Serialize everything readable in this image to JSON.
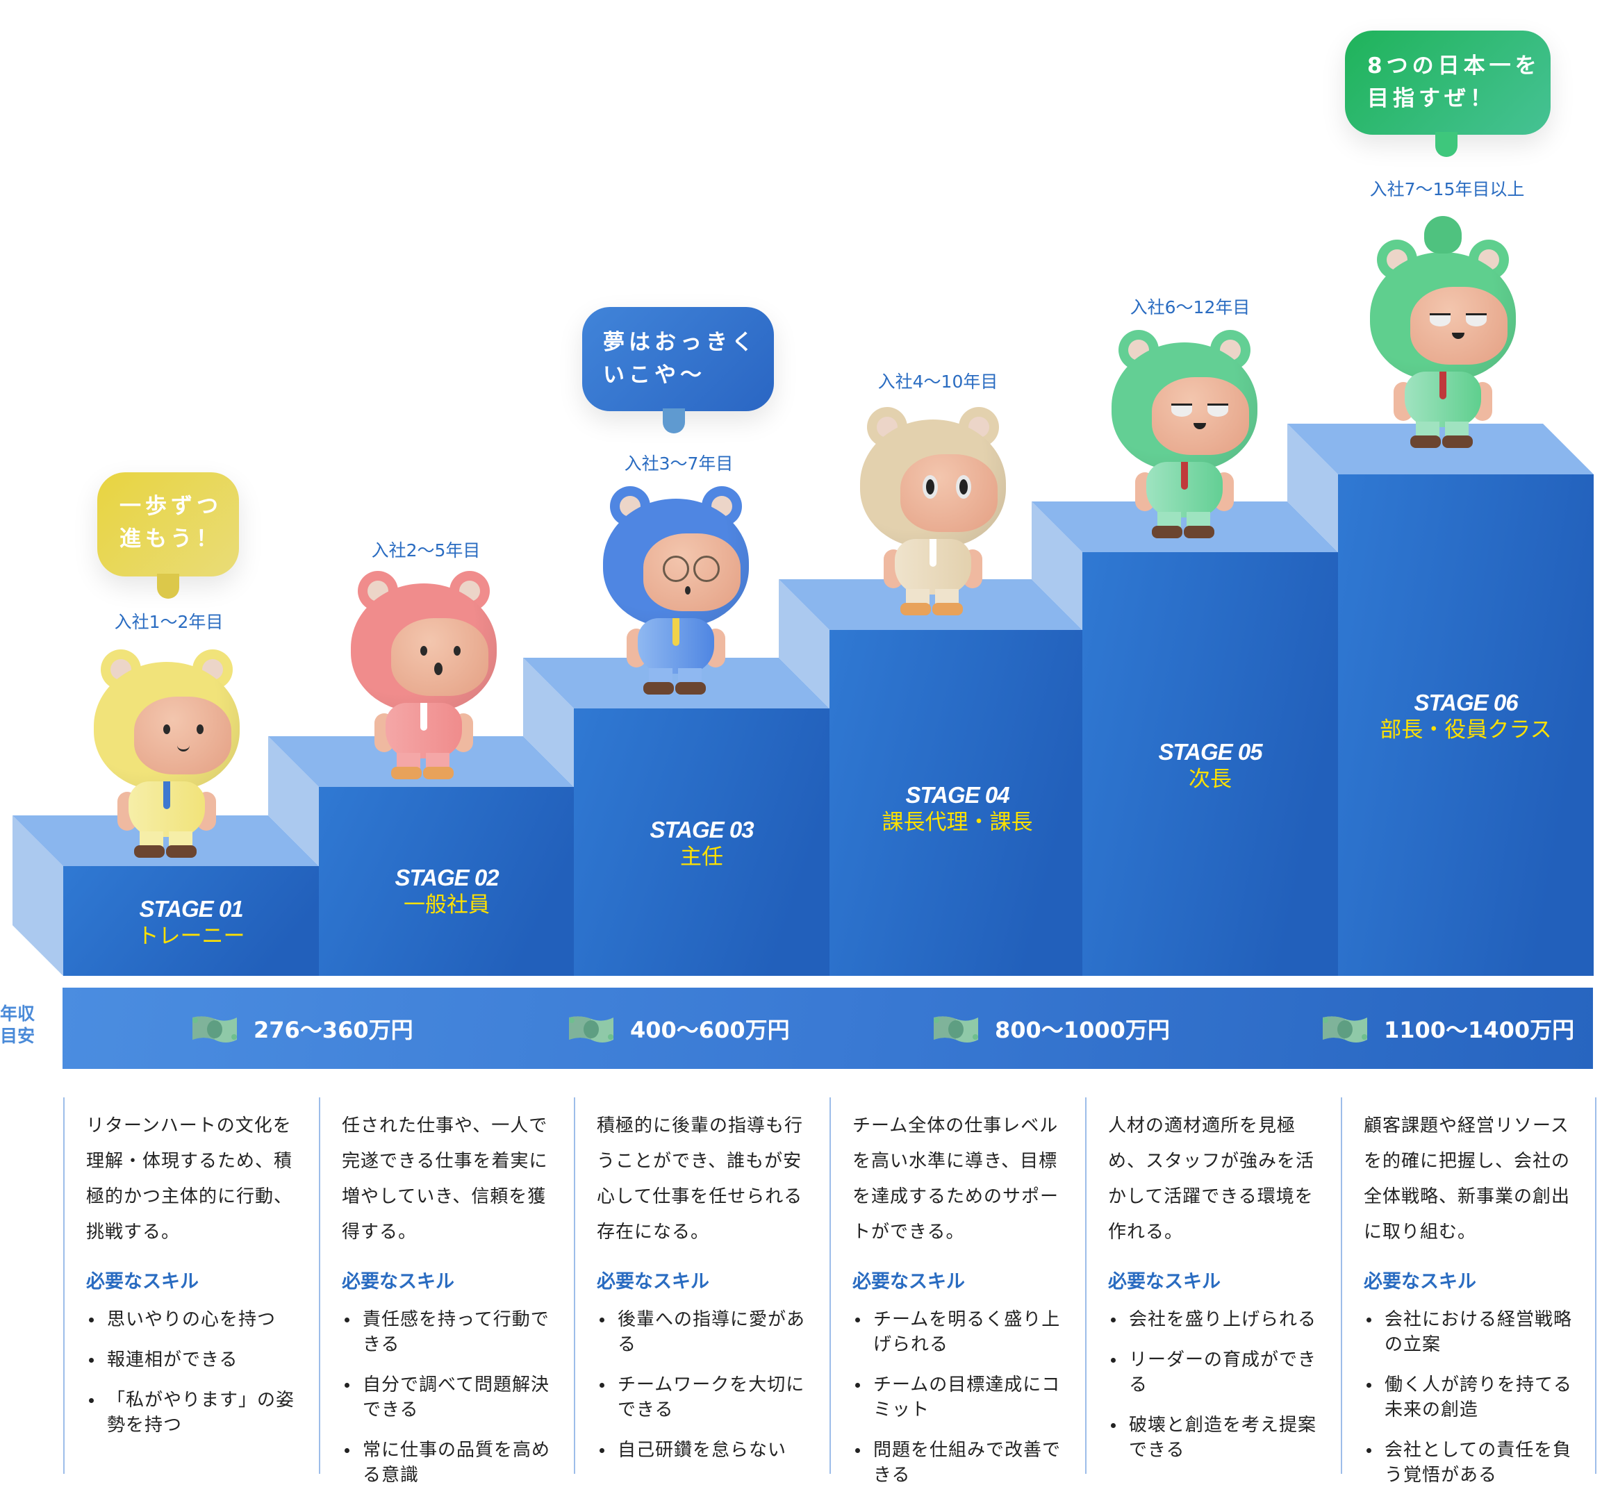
{
  "stages": [
    {
      "num": "STAGE 01",
      "role": "トレーニー",
      "tenure": "入社1〜2年目",
      "bubble": "一歩ずつ\n進もう！",
      "character": {
        "hood": "#f1e37a",
        "body": "#f6eea8",
        "accent": "#3e78d0",
        "shoe": "#6b4530",
        "expression": "smile"
      },
      "description": "リターンハートの文化を理解・体現するため、積極的かつ主体的に行動、挑戦する。",
      "skills_heading": "必要なスキル",
      "skills": [
        "思いやりの心を持つ",
        "報連相ができる",
        "「私がやります」の姿勢を持つ"
      ]
    },
    {
      "num": "STAGE 02",
      "role": "一般社員",
      "tenure": "入社2〜5年目",
      "bubble": null,
      "character": {
        "hood": "#f08c8c",
        "body": "#f4a7a7",
        "accent": "#ffffff",
        "shoe": "#e8a25a",
        "expression": "surprised"
      },
      "description": "任された仕事や、一人で完遂できる仕事を着実に増やしていき、信頼を獲得する。",
      "skills_heading": "必要なスキル",
      "skills": [
        "責任感を持って行動できる",
        "自分で調べて問題解決できる",
        "常に仕事の品質を高める意識"
      ]
    },
    {
      "num": "STAGE 03",
      "role": "主任",
      "tenure": "入社3〜7年目",
      "bubble": "夢はおっきく\nいこや〜",
      "character": {
        "hood": "#4f86e2",
        "body": "#8fb8f1",
        "accent": "#f0d24a",
        "shoe": "#6b4530",
        "expression": "glasses"
      },
      "description": "積極的に後輩の指導も行うことができ、誰もが安心して仕事を任せられる存在になる。",
      "skills_heading": "必要なスキル",
      "skills": [
        "後輩への指導に愛がある",
        "チームワークを大切にできる",
        "自己研鑽を怠らない"
      ]
    },
    {
      "num": "STAGE 04",
      "role": "課長代理・課長",
      "tenure": "入社4〜10年目",
      "bubble": null,
      "character": {
        "hood": "#e3d1ae",
        "body": "#efe3cc",
        "accent": "#ffffff",
        "shoe": "#e8a25a",
        "expression": "wide-eyes"
      },
      "description": "チーム全体の仕事レベルを高い水準に導き、目標を達成するためのサポートができる。",
      "skills_heading": "必要なスキル",
      "skills": [
        "チームを明るく盛り上げられる",
        "チームの目標達成にコミット",
        "問題を仕組みで改善できる"
      ]
    },
    {
      "num": "STAGE 05",
      "role": "次長",
      "tenure": "入社6〜12年目",
      "bubble": null,
      "character": {
        "hood": "#63cf94",
        "body": "#9ee3c0",
        "accent": "#c0393b",
        "shoe": "#6b4530",
        "expression": "smirk"
      },
      "description": "人材の適材適所を見極め、スタッフが強みを活かして活躍できる環境を作れる。",
      "skills_heading": "必要なスキル",
      "skills": [
        "会社を盛り上げられる",
        "リーダーの育成ができる",
        "破壊と創造を考え提案できる"
      ]
    },
    {
      "num": "STAGE 06",
      "role": "部長・役員クラス",
      "tenure": "入社7〜15年目以上",
      "bubble": "8つの日本一を\n目指すぜ！",
      "character": {
        "hood": "#5fcf8e",
        "body": "#a0e3c0",
        "accent": "#c0393b",
        "shoe": "#6b4530",
        "expression": "determined"
      },
      "description": "顧客課題や経営リソースを的確に把握し、会社の全体戦略、新事業の創出に取り組む。",
      "skills_heading": "必要なスキル",
      "skills": [
        "会社における経営戦略の立案",
        "働く人が誇りを持てる未来の創造",
        "会社としての責任を負う覚悟がある"
      ]
    }
  ],
  "salary": {
    "caption": "年収\n目安",
    "ranges": [
      "276〜360万円",
      "400〜600万円",
      "800〜1000万円",
      "1100〜1400万円"
    ],
    "icon": "money-bill-icon"
  },
  "colors": {
    "step_front": "#2a6cc6",
    "step_top": "#8ab6ee",
    "step_side": "#abc9ef",
    "stage_role": "#ffe100",
    "tenure_text": "#2a6cc1",
    "bubble_yellow": "#e8d54e",
    "bubble_blue": "#3577cd",
    "bubble_green": "#2bb56a"
  }
}
